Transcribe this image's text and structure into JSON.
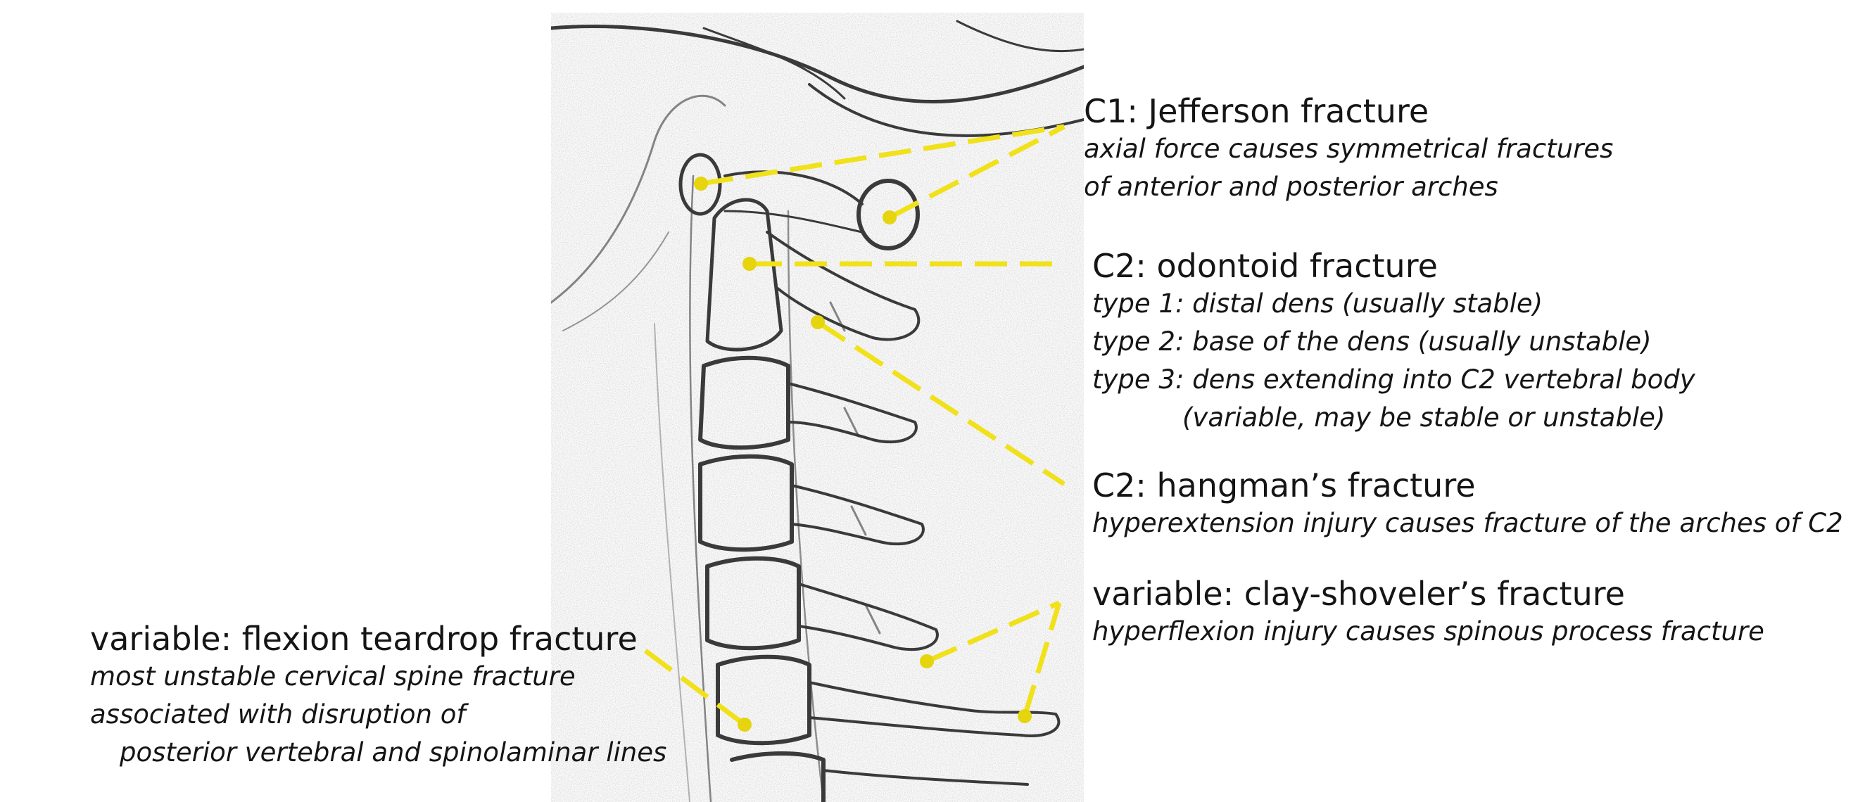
{
  "image": {
    "description_icon": "cervical-spine-lateral-radiograph",
    "leader_color": "#f0e11a",
    "leader_dot_color": "#e6d40e"
  },
  "labels": {
    "c1": {
      "title": "C1: Jefferson fracture",
      "lines": [
        "axial force causes symmetrical fractures",
        "of anterior and posterior arches"
      ]
    },
    "c2_odontoid": {
      "title": "C2: odontoid fracture",
      "lines": [
        "type 1: distal dens (usually stable)",
        "type 2: base of the dens (usually unstable)",
        "type 3: dens extending into C2 vertebral body",
        "(variable, may be stable or unstable)"
      ]
    },
    "c2_hangman": {
      "title": "C2: hangman’s fracture",
      "lines": [
        "hyperextension injury causes fracture of the arches of C2"
      ]
    },
    "clay_shoveler": {
      "title": "variable: clay-shoveler’s fracture",
      "lines": [
        "hyperflexion injury causes spinous process fracture"
      ]
    },
    "flexion_teardrop": {
      "title": "variable: flexion teardrop fracture",
      "lines": [
        "most unstable cervical spine fracture",
        "associated with disruption of",
        "posterior vertebral and spinolaminar lines"
      ]
    }
  }
}
